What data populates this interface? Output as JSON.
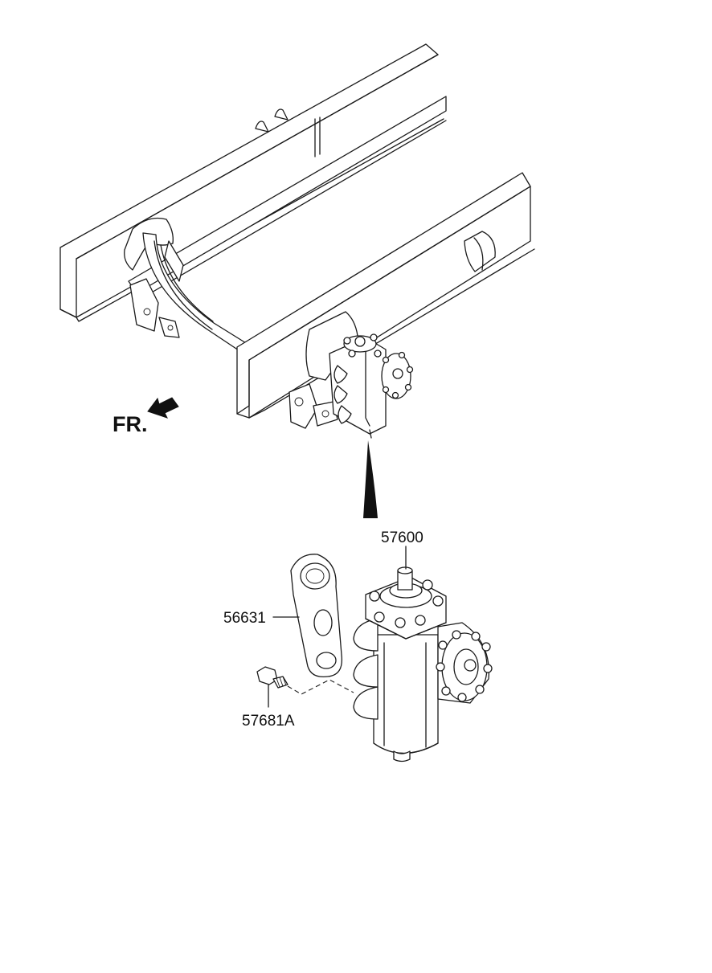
{
  "labels": {
    "front": "FR.",
    "steering_gear": "57600",
    "pitman_arm": "56631",
    "bolt": "57681A"
  },
  "colors": {
    "line": "#1a1a1a",
    "background": "#ffffff"
  },
  "icons": {
    "front_direction": "arrow-down-left-icon"
  }
}
